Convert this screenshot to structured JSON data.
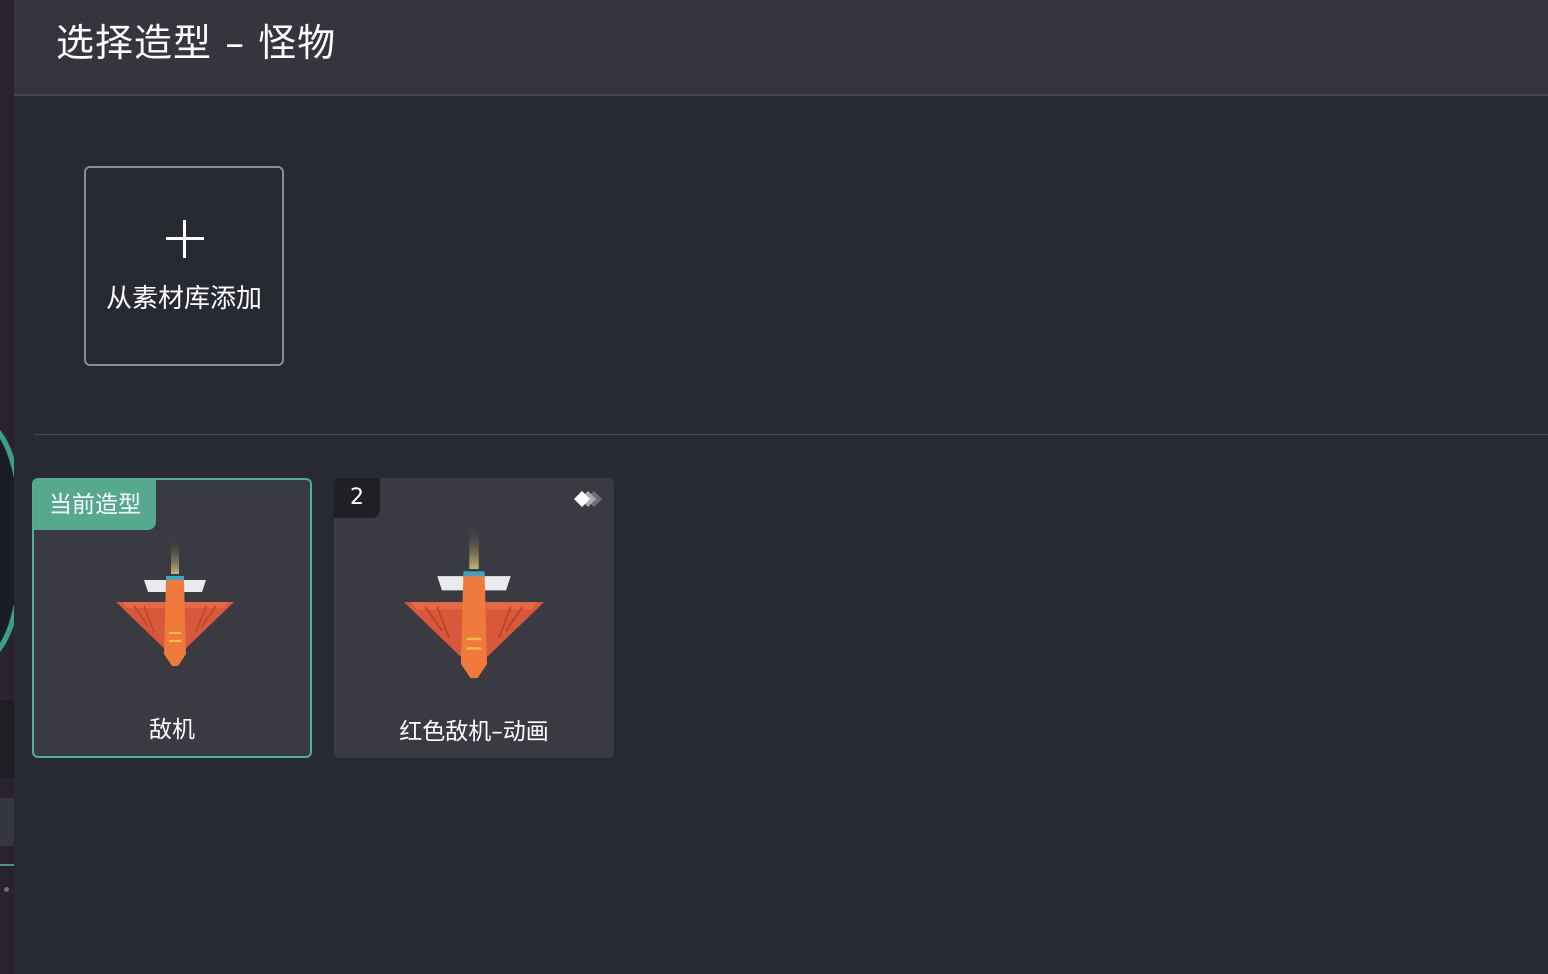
{
  "header": {
    "title": "选择造型 – 怪物"
  },
  "add_tile": {
    "label": "从素材库添加"
  },
  "costumes": [
    {
      "badge": "当前造型",
      "name": "敌机",
      "selected": true
    },
    {
      "badge": "2",
      "name": "红色敌机–动画",
      "selected": false
    }
  ],
  "colors": {
    "accent": "#56a88f",
    "background": "#272a33",
    "header": "#34353e",
    "card": "#3a3b42"
  },
  "icons": {
    "add": "plus-icon",
    "animation": "animation-frames-icon",
    "thumbnail": "enemy-plane-thumbnail"
  }
}
